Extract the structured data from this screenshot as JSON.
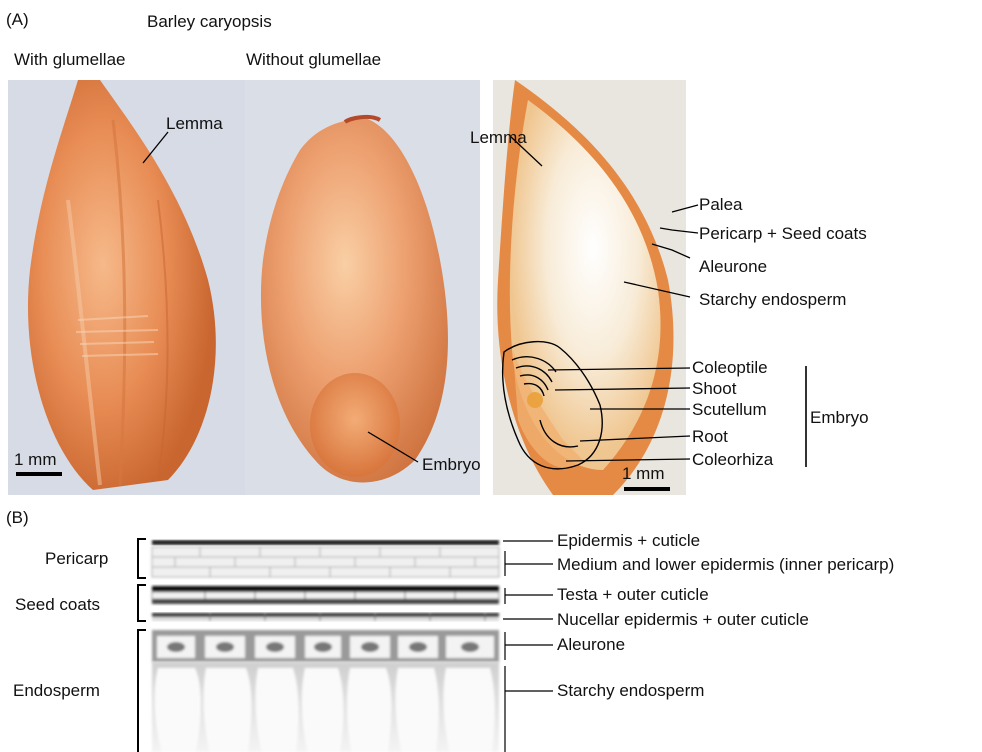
{
  "panel_a": {
    "panel_label": "(A)",
    "title": "Barley caryopsis",
    "with_glumellae": "With glumellae",
    "without_glumellae": "Without glumellae",
    "labels": {
      "lemma_left": "Lemma",
      "embryo_mid": "Embryo",
      "lemma_right": "Lemma",
      "palea": "Palea",
      "pericarp_seed_coats": "Pericarp + Seed coats",
      "aleurone": "Aleurone",
      "starchy_endosperm": "Starchy endosperm",
      "coleoptile": "Coleoptile",
      "shoot": "Shoot",
      "scutellum": "Scutellum",
      "root": "Root",
      "coleorhiza": "Coleorhiza",
      "embryo_group": "Embryo"
    },
    "scale_left": "1 mm",
    "scale_right": "1 mm"
  },
  "panel_b": {
    "panel_label": "(B)",
    "groups": {
      "pericarp": "Pericarp",
      "seed_coats": "Seed coats",
      "endosperm": "Endosperm"
    },
    "layers": {
      "epidermis_cuticle": "Epidermis + cuticle",
      "medium_lower_epidermis": "Medium and lower epidermis (inner pericarp)",
      "testa": "Testa + outer cuticle",
      "nucellar": "Nucellar epidermis + outer cuticle",
      "aleurone": "Aleurone",
      "starchy_endosperm": "Starchy endosperm"
    }
  },
  "colors": {
    "grain_orange": "#e8935a",
    "photo_background": "#d7dce6",
    "endosperm_white": "#f7efe2",
    "tissue_grey": "#9a9a9a"
  }
}
